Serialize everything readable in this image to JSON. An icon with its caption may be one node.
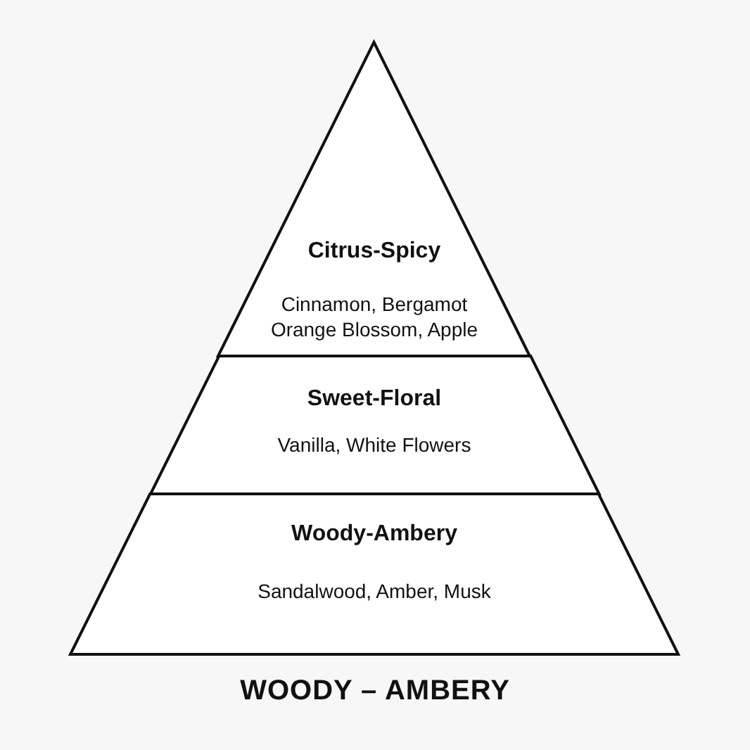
{
  "diagram": {
    "title": "WOODY – AMBERY",
    "nodes": [
      {
        "text": [
          "Citrus-Spicy",
          "Cinnamon, Bergamot Orange Blossom, Apple"
        ]
      },
      {
        "text": [
          "Sweet-Floral",
          "Vanilla, White Flowers"
        ]
      },
      {
        "text": [
          "Woody-Ambery",
          "Sandalwood, Amber, Musk"
        ]
      }
    ]
  }
}
